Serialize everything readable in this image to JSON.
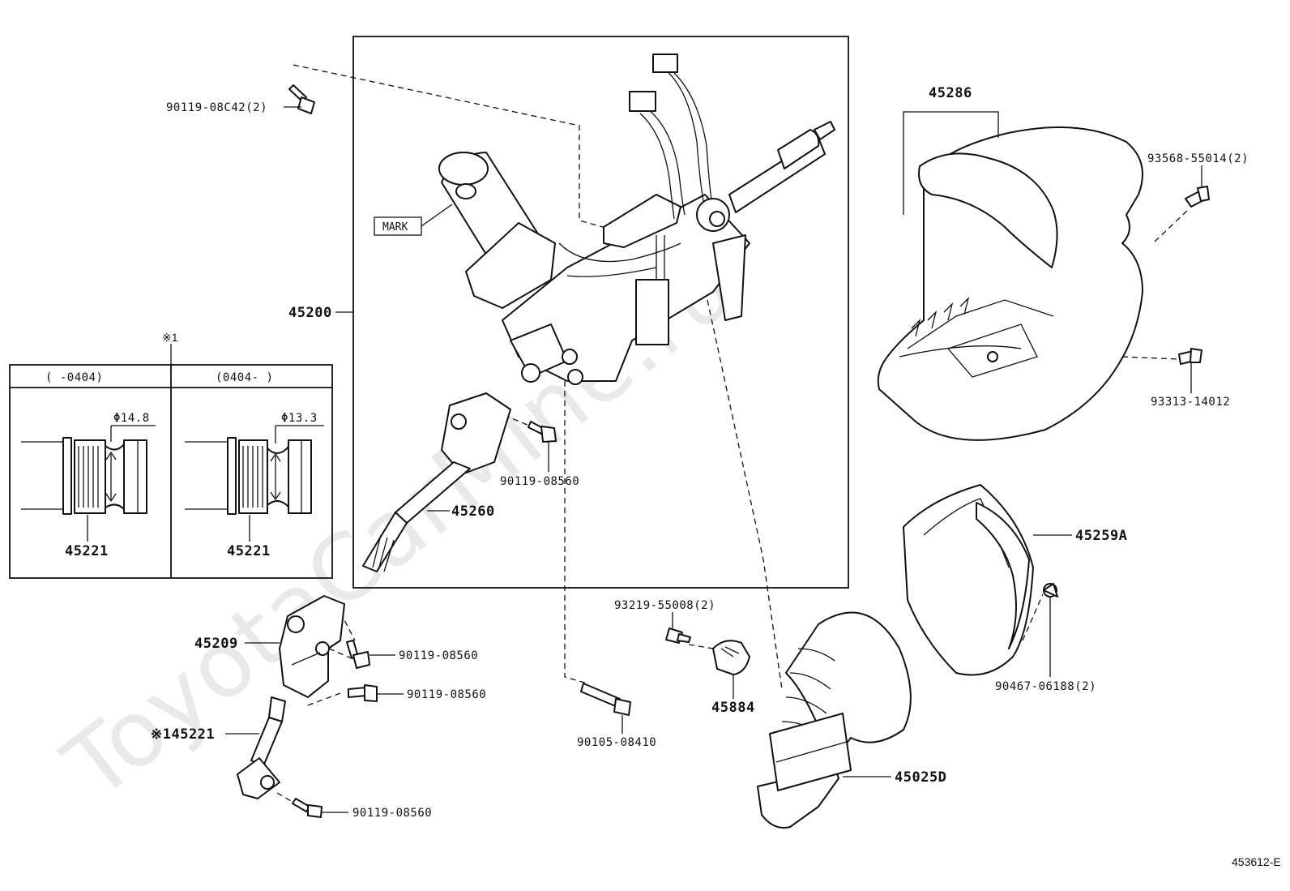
{
  "watermark": "ToyotaCarMine.ru",
  "diagram_ref": "453612-E",
  "detail_box": {
    "note_mark": "※1",
    "col_left_header": "(     -0404)",
    "col_right_header": "(0404-     )",
    "col_left_dim": "Φ14.8",
    "col_right_dim": "Φ13.3",
    "col_left_part": "45221",
    "col_right_part": "45221"
  },
  "labels": {
    "mark": "MARK",
    "p90119_08c42": "90119-08C42(2)",
    "p45200": "45200",
    "p45260": "45260",
    "p90119_08560_a": "90119-08560",
    "p45286": "45286",
    "p93568_55014": "93568-55014(2)",
    "p93313_14012": "93313-14012",
    "p45259a": "45259A",
    "p90467_06188": "90467-06188(2)",
    "p45209": "45209",
    "p90119_08560_b": "90119-08560",
    "p90119_08560_c": "90119-08560",
    "p145221": "※145221",
    "p90119_08560_d": "90119-08560",
    "p93219_55008": "93219-55008(2)",
    "p45884": "45884",
    "p90105_08410": "90105-08410",
    "p45025d": "45025D"
  }
}
